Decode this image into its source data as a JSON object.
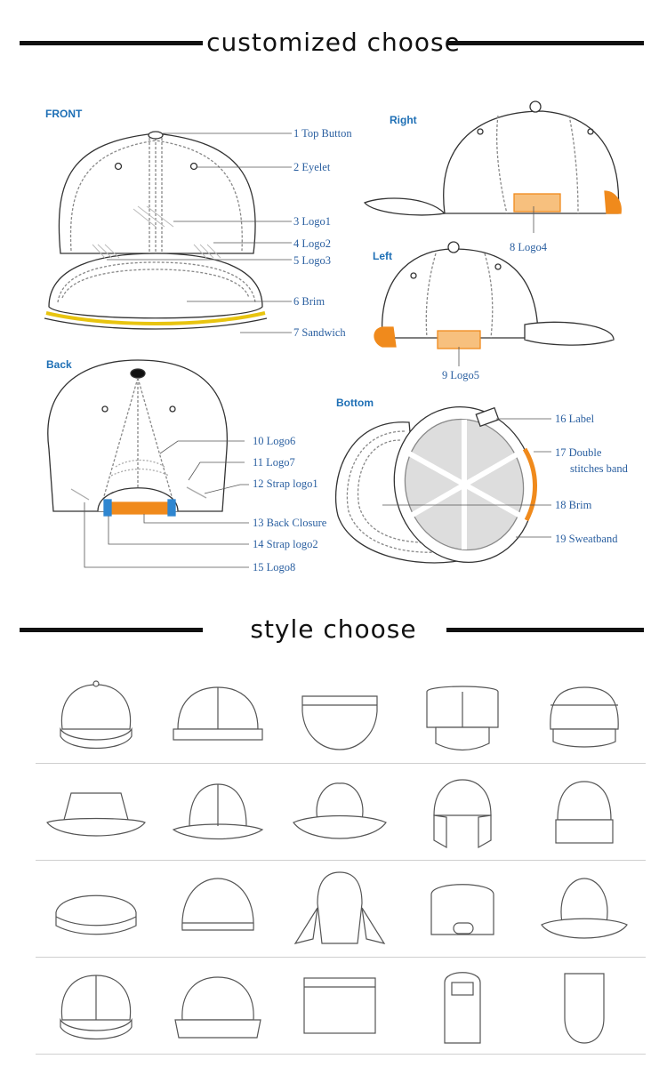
{
  "sections": {
    "customized": {
      "title": "customized choose"
    },
    "style": {
      "title": "style choose"
    }
  },
  "views": {
    "front": "FRONT",
    "right": "Right",
    "left": "Left",
    "back": "Back",
    "bottom": "Bottom"
  },
  "parts": [
    {
      "num": "1",
      "name": "Top Button"
    },
    {
      "num": "2",
      "name": "Eyelet"
    },
    {
      "num": "3",
      "name": "Logo1"
    },
    {
      "num": "4",
      "name": "Logo2"
    },
    {
      "num": "5",
      "name": "Logo3"
    },
    {
      "num": "6",
      "name": "Brim"
    },
    {
      "num": "7",
      "name": "Sandwich"
    },
    {
      "num": "8",
      "name": "Logo4"
    },
    {
      "num": "9",
      "name": "Logo5"
    },
    {
      "num": "10",
      "name": "Logo6"
    },
    {
      "num": "11",
      "name": "Logo7"
    },
    {
      "num": "12",
      "name": "Strap logo1"
    },
    {
      "num": "13",
      "name": "Back Closure"
    },
    {
      "num": "14",
      "name": "Strap logo2"
    },
    {
      "num": "15",
      "name": "Logo8"
    },
    {
      "num": "16",
      "name": "Label"
    },
    {
      "num": "17",
      "name": "Double",
      "name2": "stitches band"
    },
    {
      "num": "18",
      "name": "Brim"
    },
    {
      "num": "19",
      "name": "Sweatband"
    }
  ],
  "colors": {
    "accent_orange": "#f08a1c",
    "accent_yellow": "#f3d21a",
    "label_blue": "#1e6fb5",
    "strap_blue": "#2f86d0"
  },
  "styles": [
    [
      "baseball-cap-icon",
      "snapback-cap-icon",
      "sun-visor-icon",
      "military-cap-icon",
      "five-panel-cap-icon"
    ],
    [
      "bucket-hat-icon",
      "panel-bucket-hat-icon",
      "fedora-hat-icon",
      "trapper-hat-icon",
      "beanie-cuff-icon"
    ],
    [
      "flat-cap-icon",
      "skull-beanie-icon",
      "flap-hat-icon",
      "led-beanie-icon",
      "trilby-hat-icon"
    ],
    [
      "trucker-cap-icon",
      "flat-brim-cap-icon",
      "headband-icon",
      "balaclava-icon",
      "neck-gaiter-icon"
    ]
  ]
}
